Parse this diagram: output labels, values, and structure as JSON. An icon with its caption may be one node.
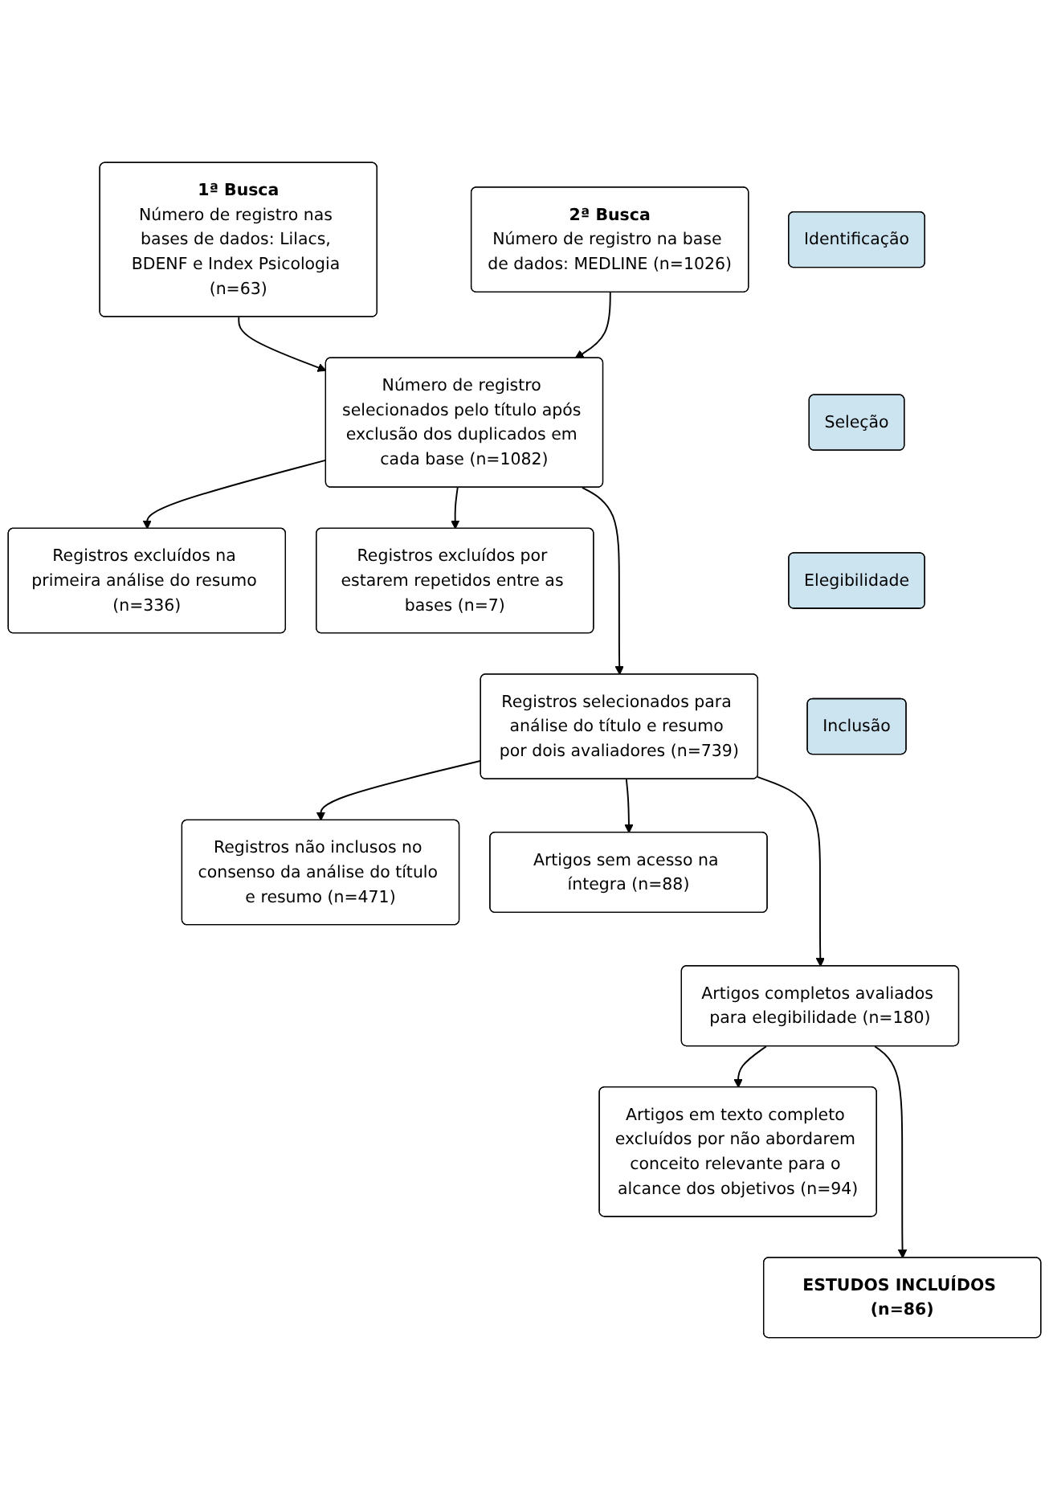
{
  "diagram": {
    "nodes": [
      {
        "text": [
          "Identificação"
        ]
      },
      {
        "text": [
          "1ª Busca",
          "Número de registro nas bases de dados: Lilacs, BDENF e Index Psicologia (n=63)"
        ]
      },
      {
        "text": [
          "2ª Busca",
          "Número de registro na base de dados: MEDLINE (n=1026)"
        ]
      },
      {
        "text": [
          "Número de registro selecionados pelo título após exclusão dos duplicados em cada base (n=1082)"
        ]
      },
      {
        "text": [
          "Seleção"
        ]
      },
      {
        "text": [
          "Registros excluídos na primeira análise do resumo (n=336)"
        ]
      },
      {
        "text": [
          "Registros excluídos por estarem repetidos entre as bases (n=7)"
        ]
      },
      {
        "text": [
          "Elegibilidade"
        ]
      },
      {
        "text": [
          "Registros selecionados para análise do título e resumo por dois avaliadores (n=739)"
        ]
      },
      {
        "text": [
          "Registros não inclusos no consenso da análise do título e resumo (n=471)"
        ]
      },
      {
        "text": [
          "Artigos sem acesso na íntegra (n=88)"
        ]
      },
      {
        "text": [
          "Inclusão"
        ]
      },
      {
        "text": [
          "Artigos completos avaliados para elegibilidade (n=180)"
        ]
      },
      {
        "text": [
          "Artigos em texto completo excluídos por não abordarem conceito relevante para o alcance dos objetivos (n=94)"
        ]
      },
      {
        "text": [
          "ESTUDOS INCLUÍDOS (n=86)"
        ]
      }
    ],
    "edges": [
      {
        "from": 1,
        "to": 3,
        "arrow": "to"
      },
      {
        "from": 2,
        "to": 3,
        "arrow": "to"
      },
      {
        "from": 3,
        "to": 5,
        "arrow": "to"
      },
      {
        "from": 3,
        "to": 6,
        "arrow": "to"
      },
      {
        "from": 3,
        "to": 8,
        "arrow": "to"
      },
      {
        "from": 8,
        "to": 9,
        "arrow": "to"
      },
      {
        "from": 8,
        "to": 10,
        "arrow": "to"
      },
      {
        "from": 8,
        "to": 12,
        "arrow": "to"
      },
      {
        "from": 12,
        "to": 13,
        "arrow": "to"
      },
      {
        "from": 12,
        "to": 14,
        "arrow": "to"
      }
    ]
  }
}
